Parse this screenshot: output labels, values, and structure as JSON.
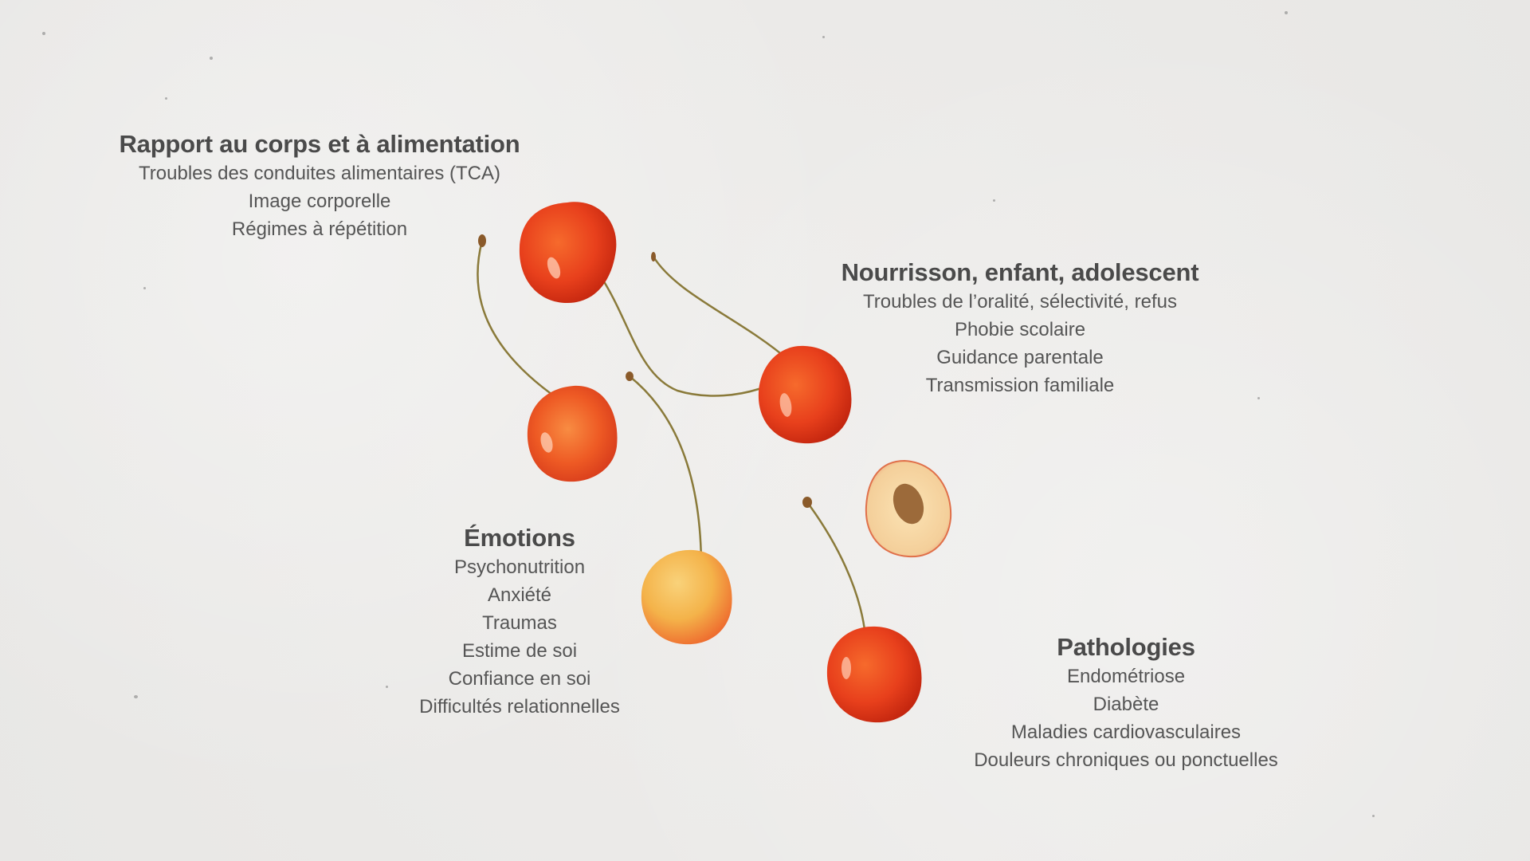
{
  "blocks": [
    {
      "id": "rapport-corps",
      "title": "Rapport au corps et à alimentation",
      "items": [
        "Troubles des conduites alimentaires (TCA)",
        "Image corporelle",
        "Régimes à répétition"
      ]
    },
    {
      "id": "nourrisson",
      "title": "Nourrisson, enfant, adolescent",
      "items": [
        "Troubles de l’oralité, sélectivité, refus",
        "Phobie scolaire",
        "Guidance parentale",
        "Transmission familiale"
      ]
    },
    {
      "id": "emotions",
      "title": "Émotions",
      "items": [
        "Psychonutrition",
        "Anxiété",
        "Traumas",
        "Estime de soi",
        "Confiance en soi",
        "Difficultés relationnelles"
      ]
    },
    {
      "id": "pathologies",
      "title": "Pathologies",
      "items": [
        "Endométriose",
        "Diabète",
        "Maladies cardiovasculaires",
        "Douleurs chroniques ou ponctuelles"
      ]
    }
  ],
  "colors": {
    "background": "#ecebea",
    "text_title": "#4a4a4a",
    "text_item": "#555555",
    "cherry_red": "#e8401c",
    "cherry_yellow": "#f4b34a",
    "stem": "#8a7a3a"
  },
  "illustrations": [
    "cherry-icon",
    "cherry-icon",
    "cherry-icon",
    "cherry-yellow-icon",
    "cherry-icon",
    "cherry-half-icon"
  ]
}
